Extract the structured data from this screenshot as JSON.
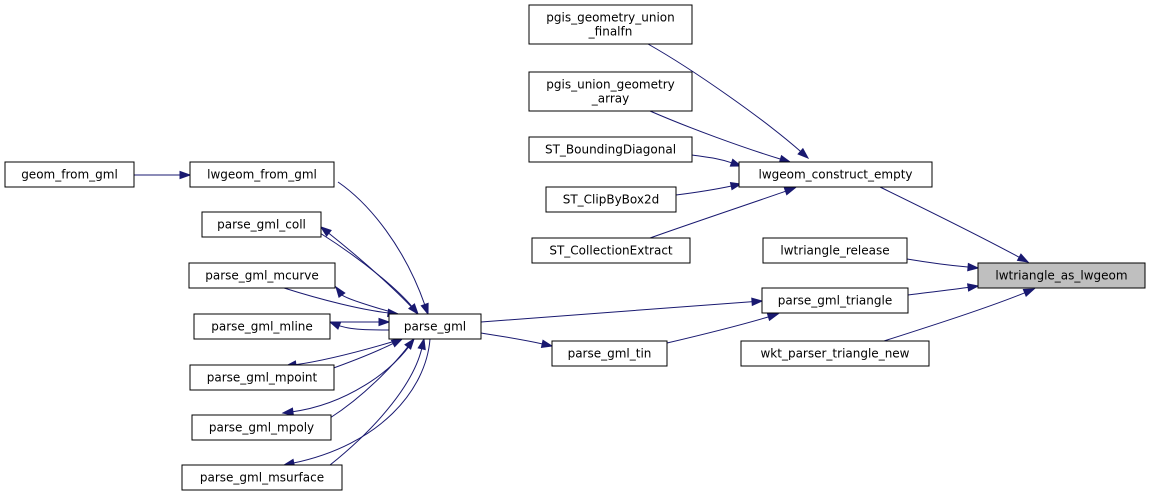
{
  "graph": {
    "edge_color": "#191970",
    "focus_fill": "#bfbfbf",
    "nodes": {
      "lwtriangle_as_lwgeom": {
        "lines": [
          "lwtriangle_as_lwgeom"
        ],
        "focus": true
      },
      "lwgeom_construct_empty": {
        "lines": [
          "lwgeom_construct_empty"
        ]
      },
      "pgis_geometry_union_finalfn": {
        "lines": [
          "pgis_geometry_union",
          "_finalfn"
        ]
      },
      "pgis_union_geometry_array": {
        "lines": [
          "pgis_union_geometry",
          "_array"
        ]
      },
      "ST_BoundingDiagonal": {
        "lines": [
          "ST_BoundingDiagonal"
        ]
      },
      "ST_ClipByBox2d": {
        "lines": [
          "ST_ClipByBox2d"
        ]
      },
      "ST_CollectionExtract": {
        "lines": [
          "ST_CollectionExtract"
        ]
      },
      "lwtriangle_release": {
        "lines": [
          "lwtriangle_release"
        ]
      },
      "parse_gml_triangle": {
        "lines": [
          "parse_gml_triangle"
        ]
      },
      "wkt_parser_triangle_new": {
        "lines": [
          "wkt_parser_triangle_new"
        ]
      },
      "parse_gml_tin": {
        "lines": [
          "parse_gml_tin"
        ]
      },
      "parse_gml": {
        "lines": [
          "parse_gml"
        ]
      },
      "lwgeom_from_gml": {
        "lines": [
          "lwgeom_from_gml"
        ]
      },
      "geom_from_gml": {
        "lines": [
          "geom_from_gml"
        ]
      },
      "parse_gml_coll": {
        "lines": [
          "parse_gml_coll"
        ]
      },
      "parse_gml_mcurve": {
        "lines": [
          "parse_gml_mcurve"
        ]
      },
      "parse_gml_mline": {
        "lines": [
          "parse_gml_mline"
        ]
      },
      "parse_gml_mpoint": {
        "lines": [
          "parse_gml_mpoint"
        ]
      },
      "parse_gml_mpoly": {
        "lines": [
          "parse_gml_mpoly"
        ]
      },
      "parse_gml_msurface": {
        "lines": [
          "parse_gml_msurface"
        ]
      }
    },
    "edges": [
      {
        "from": "pgis_geometry_union_finalfn",
        "to": "lwgeom_construct_empty"
      },
      {
        "from": "pgis_union_geometry_array",
        "to": "lwgeom_construct_empty"
      },
      {
        "from": "ST_BoundingDiagonal",
        "to": "lwgeom_construct_empty"
      },
      {
        "from": "ST_ClipByBox2d",
        "to": "lwgeom_construct_empty"
      },
      {
        "from": "ST_CollectionExtract",
        "to": "lwgeom_construct_empty"
      },
      {
        "from": "lwgeom_construct_empty",
        "to": "lwtriangle_as_lwgeom"
      },
      {
        "from": "lwtriangle_release",
        "to": "lwtriangle_as_lwgeom"
      },
      {
        "from": "parse_gml_triangle",
        "to": "lwtriangle_as_lwgeom"
      },
      {
        "from": "wkt_parser_triangle_new",
        "to": "lwtriangle_as_lwgeom"
      },
      {
        "from": "parse_gml",
        "to": "parse_gml_triangle"
      },
      {
        "from": "parse_gml_tin",
        "to": "parse_gml_triangle"
      },
      {
        "from": "parse_gml",
        "to": "parse_gml_tin"
      },
      {
        "from": "geom_from_gml",
        "to": "lwgeom_from_gml"
      },
      {
        "from": "lwgeom_from_gml",
        "to": "parse_gml"
      },
      {
        "from": "parse_gml_coll",
        "to": "parse_gml"
      },
      {
        "from": "parse_gml",
        "to": "parse_gml_coll"
      },
      {
        "from": "parse_gml_mcurve",
        "to": "parse_gml"
      },
      {
        "from": "parse_gml",
        "to": "parse_gml_mcurve"
      },
      {
        "from": "parse_gml_mline",
        "to": "parse_gml"
      },
      {
        "from": "parse_gml",
        "to": "parse_gml_mline"
      },
      {
        "from": "parse_gml_mpoint",
        "to": "parse_gml"
      },
      {
        "from": "parse_gml",
        "to": "parse_gml_mpoint"
      },
      {
        "from": "parse_gml_mpoly",
        "to": "parse_gml"
      },
      {
        "from": "parse_gml",
        "to": "parse_gml_mpoly"
      },
      {
        "from": "parse_gml_msurface",
        "to": "parse_gml"
      },
      {
        "from": "parse_gml",
        "to": "parse_gml_msurface"
      }
    ]
  }
}
